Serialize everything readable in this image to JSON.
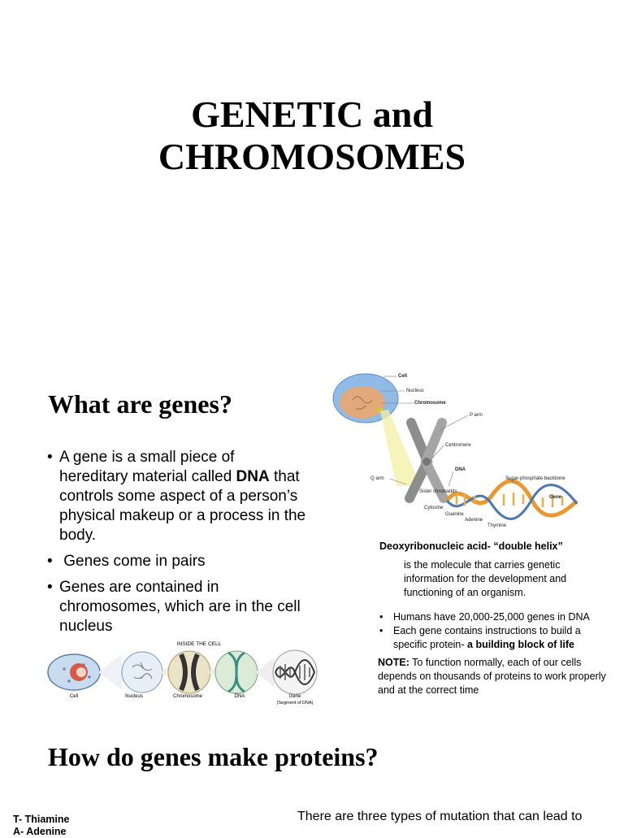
{
  "slide1": {
    "title_line1": "GENETIC and",
    "title_line2": "CHROMOSOMES"
  },
  "slide2": {
    "heading": "What are genes?",
    "bullet1": {
      "pre": "A gene is a small piece of hereditary material called ",
      "bold": "DNA",
      "post": " that controls some aspect of a person’s physical makeup or a process in the body."
    },
    "bullet2": "Genes come in pairs",
    "bullet3": "Genes are contained in chromosomes, which are in the cell nucleus",
    "cell_diagram": {
      "title": "INSIDE THE CELL",
      "labels": [
        "Cell",
        "Nucleus",
        "Chromosome",
        "DNA",
        "Gene",
        "(Segment of DNA)"
      ]
    },
    "dna_diagram": {
      "labels": [
        "Cell",
        "Nucleus",
        "Chromosome",
        "P arm",
        "Centromere",
        "DNA",
        "Q arm",
        "Sister chromatids",
        "Sugar-phosphate backbone",
        "Gene",
        "Cytosine",
        "Guanine",
        "Adenine",
        "Thymine"
      ]
    },
    "dna_heading": "Deoxyribonucleic acid- “double helix”",
    "dna_desc": "is the molecule that carries genetic information for the development and functioning of an organism.",
    "facts": [
      {
        "text": "Humans have 20,000-25,000 genes in DNA",
        "bold": ""
      },
      {
        "text": "Each gene contains instructions to build a specific protein- ",
        "bold": "a building block of life"
      }
    ],
    "note_label": "NOTE:",
    "note_text": " To function normally, each of our cells depends on thousands of proteins to work properly and at the correct time"
  },
  "slide3": {
    "heading": "How do genes make proteins?",
    "left_lines": [
      "T- Thiamine",
      "A- Adenine"
    ],
    "right_text": "There are three types of mutation that can lead to"
  },
  "colors": {
    "dna_orange": "#e8992f",
    "dna_blue": "#4a78b5",
    "nucleus": "#e0a070",
    "cell_blue": "#a7c8ea"
  }
}
